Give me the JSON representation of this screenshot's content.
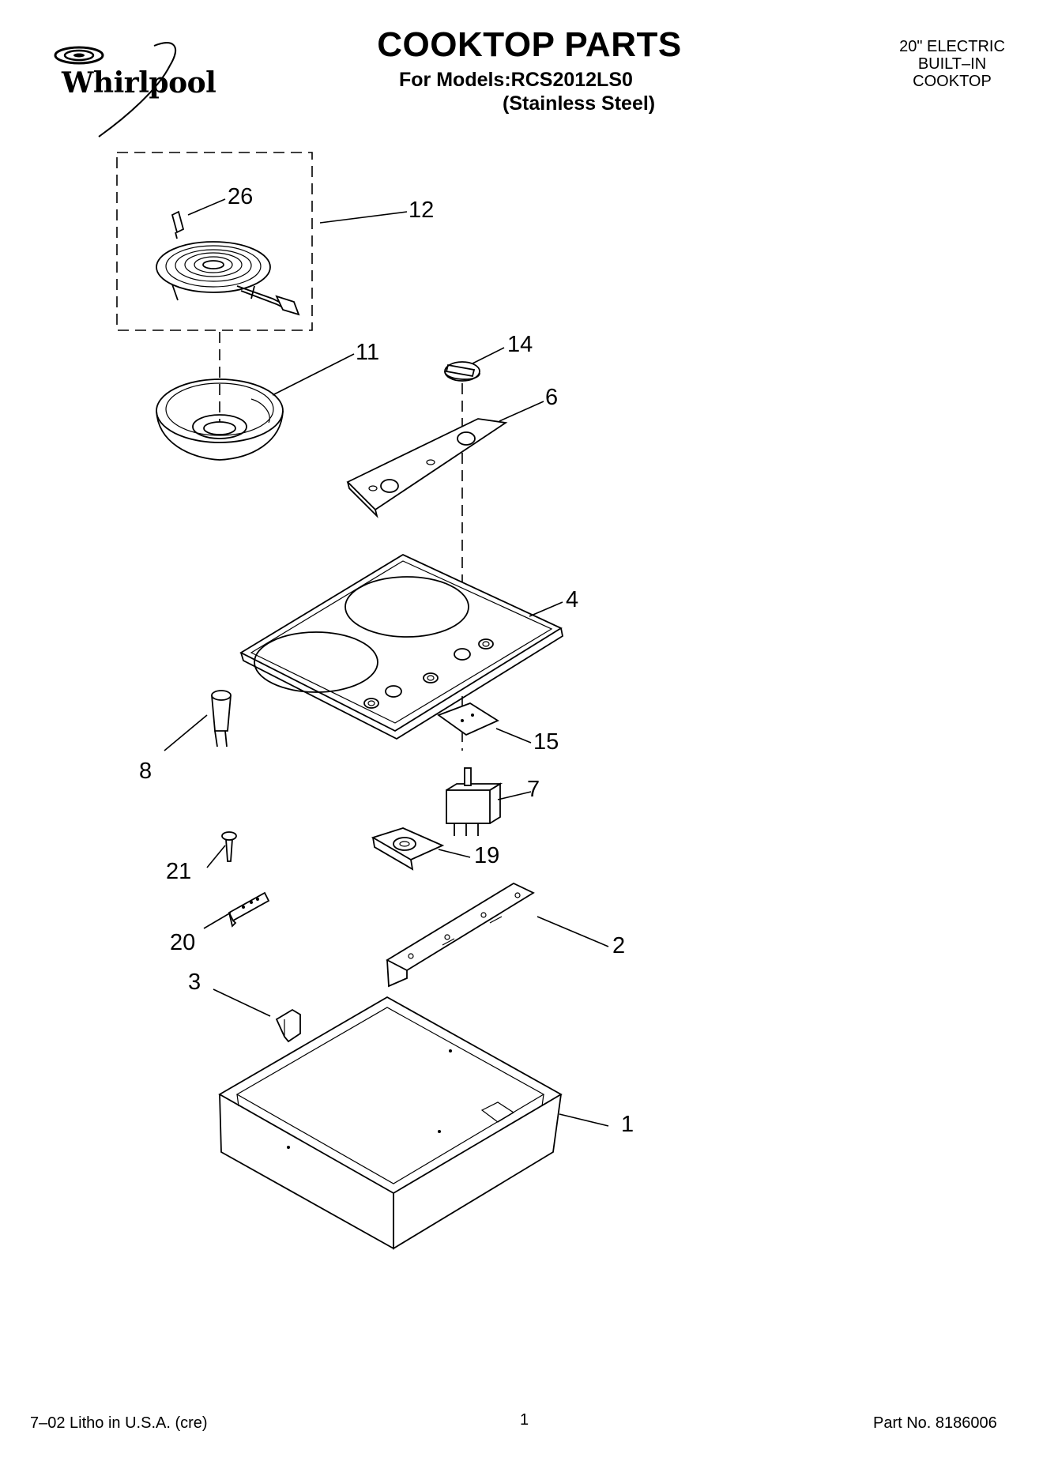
{
  "header": {
    "brand": "Whirlpool",
    "title": "COOKTOP PARTS",
    "models_line": "For Models:RCS2012LS0",
    "finish_line": "(Stainless Steel)",
    "product_type": [
      "20\" ELECTRIC",
      "BUILT–IN",
      "COOKTOP"
    ]
  },
  "callouts": {
    "c26": "26",
    "c12": "12",
    "c11": "11",
    "c14": "14",
    "c6": "6",
    "c4": "4",
    "c8": "8",
    "c15": "15",
    "c7": "7",
    "c21": "21",
    "c19": "19",
    "c20": "20",
    "c2": "2",
    "c3": "3",
    "c1": "1"
  },
  "footer": {
    "litho": "7–02 Litho in U.S.A. (cre)",
    "page_number": "1",
    "part_number": "Part No. 8186006"
  }
}
